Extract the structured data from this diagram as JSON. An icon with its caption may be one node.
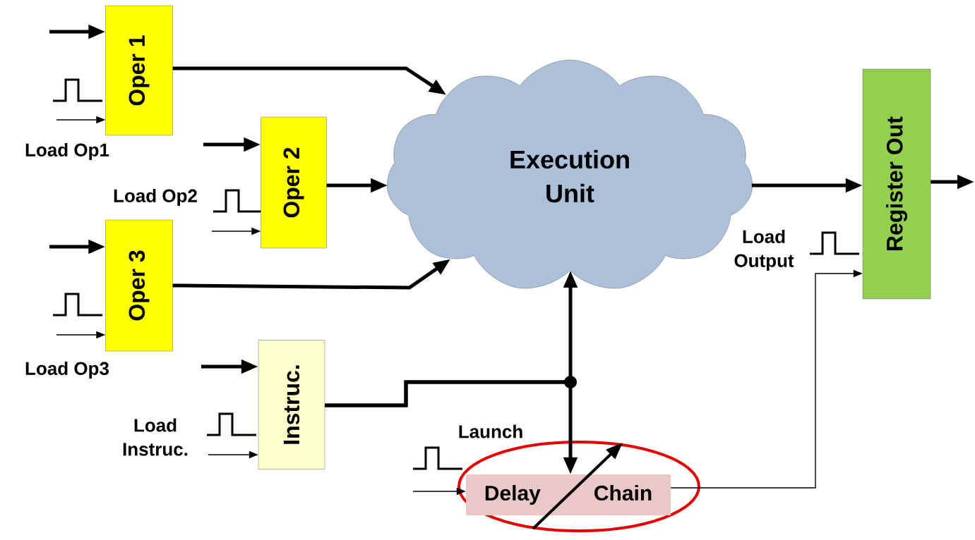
{
  "diagram": {
    "nodes": [
      {
        "text": [
          "Oper 1"
        ]
      },
      {
        "text": [
          "Oper 2"
        ]
      },
      {
        "text": [
          "Oper 3"
        ]
      },
      {
        "text": [
          "Instruc."
        ]
      },
      {
        "text": [
          "Execution Unit"
        ]
      },
      {
        "text": [
          "Register  Out"
        ]
      },
      {
        "text": [
          "Delay Chain"
        ]
      }
    ],
    "edges": [
      {
        "from": null,
        "to": 0,
        "arrow": "to"
      },
      {
        "from": null,
        "to": 0,
        "arrow": "to"
      },
      {
        "from": 0,
        "to": 4,
        "arrow": "to"
      },
      {
        "from": null,
        "to": 1,
        "arrow": "to"
      },
      {
        "from": null,
        "to": 1,
        "arrow": "to"
      },
      {
        "from": 1,
        "to": 4,
        "arrow": "to"
      },
      {
        "from": null,
        "to": 2,
        "arrow": "to"
      },
      {
        "from": null,
        "to": 2,
        "arrow": "to"
      },
      {
        "from": 2,
        "to": 4,
        "arrow": "to"
      },
      {
        "from": null,
        "to": 3,
        "arrow": "to"
      },
      {
        "from": null,
        "to": 3,
        "arrow": "to"
      },
      {
        "from": 3,
        "to": 4,
        "arrow": "to"
      },
      {
        "from": 3,
        "to": 6,
        "arrow": "to"
      },
      {
        "from": 4,
        "to": 5,
        "arrow": "to"
      },
      {
        "from": 5,
        "to": null,
        "arrow": "to"
      },
      {
        "from": 6,
        "to": 5,
        "arrow": "to"
      },
      {
        "from": null,
        "to": 6,
        "arrow": "to"
      }
    ],
    "labels": [
      "Load Op1",
      "Load Op2",
      "Load Op3",
      "Load Instruc.",
      "Load Output",
      "Launch"
    ]
  }
}
